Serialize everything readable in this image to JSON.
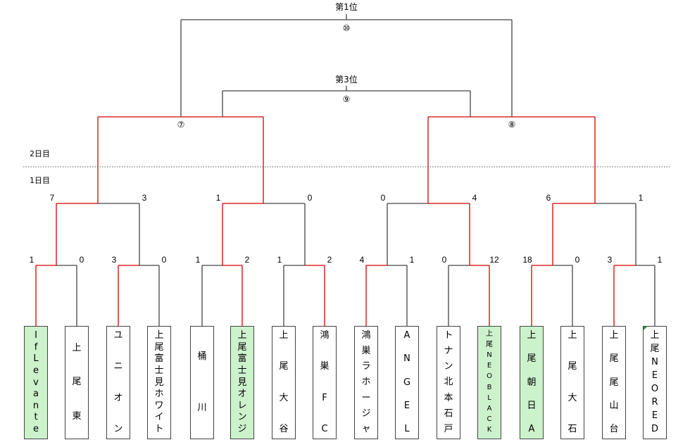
{
  "labels": {
    "first_place": "第1位",
    "third_place": "第3位",
    "day2": "2日目",
    "day1": "1日目",
    "m10": "⑩",
    "m9": "⑨",
    "m7": "⑦",
    "m8": "⑧"
  },
  "colors": {
    "win_line": "#d40000",
    "line": "#444444",
    "win_fill": "#ccf2cc"
  },
  "teams": [
    {
      "name": "IfLevante",
      "winner": true,
      "chars": [
        "I",
        "f",
        "L",
        "e",
        "v",
        "a",
        "n",
        "t",
        "e"
      ],
      "small": false
    },
    {
      "name": "上尾東",
      "winner": false,
      "chars": [
        "上",
        "尾",
        "東"
      ],
      "small": false
    },
    {
      "name": "ユニオン",
      "winner": false,
      "chars": [
        "ユ",
        "ニ",
        "オ",
        "ン"
      ],
      "small": false
    },
    {
      "name": "上尾富士見ホワイト",
      "winner": false,
      "chars": [
        "上",
        "尾",
        "富",
        "士",
        "見",
        "ホ",
        "ワ",
        "イ",
        "ト"
      ],
      "small": false
    },
    {
      "name": "桶川",
      "winner": false,
      "chars": [
        "桶",
        "川"
      ],
      "small": false
    },
    {
      "name": "上尾富士見オレンジ",
      "winner": true,
      "chars": [
        "上",
        "尾",
        "富",
        "士",
        "見",
        "オ",
        "レ",
        "ン",
        "ジ"
      ],
      "small": false
    },
    {
      "name": "上尾大谷",
      "winner": false,
      "chars": [
        "上",
        "尾",
        "大",
        "谷"
      ],
      "small": false
    },
    {
      "name": "鴻巣FC",
      "winner": false,
      "chars": [
        "鴻",
        "巣",
        "F",
        "C"
      ],
      "small": false
    },
    {
      "name": "鴻巣ラホージャ",
      "winner": false,
      "chars": [
        "鴻",
        "巣",
        "ラ",
        "ホ",
        "ー",
        "ジ",
        "ャ"
      ],
      "small": false
    },
    {
      "name": "ANGEL",
      "winner": false,
      "chars": [
        "A",
        "N",
        "G",
        "E",
        "L"
      ],
      "small": false
    },
    {
      "name": "トナン北本石戸",
      "winner": false,
      "chars": [
        "ト",
        "ナ",
        "ン",
        "北",
        "本",
        "石",
        "戸"
      ],
      "small": false
    },
    {
      "name": "上尾NEOBLACK",
      "winner": true,
      "chars": [
        "上",
        "尾",
        "N",
        "E",
        "O",
        "B",
        "L",
        "A",
        "C",
        "K"
      ],
      "small": true
    },
    {
      "name": "上尾朝日A",
      "winner": true,
      "chars": [
        "上",
        "尾",
        "朝",
        "日",
        "A"
      ],
      "small": false
    },
    {
      "name": "上尾大石",
      "winner": false,
      "chars": [
        "上",
        "尾",
        "大",
        "石"
      ],
      "small": false
    },
    {
      "name": "上尾尾山台",
      "winner": false,
      "chars": [
        "上",
        "尾",
        "尾",
        "山",
        "台"
      ],
      "small": false
    },
    {
      "name": "上尾NEORED",
      "winner": false,
      "chars": [
        "上",
        "尾",
        "N",
        "E",
        "O",
        "R",
        "E",
        "D"
      ],
      "small": false
    }
  ],
  "r1_scores": [
    {
      "left": "1",
      "right": "0",
      "winner": "left"
    },
    {
      "left": "3",
      "right": "0",
      "winner": "left"
    },
    {
      "left": "1",
      "right": "2",
      "winner": "right"
    },
    {
      "left": "1",
      "right": "2",
      "winner": "right"
    },
    {
      "left": "4",
      "right": "1",
      "winner": "left"
    },
    {
      "left": "0",
      "right": "12",
      "winner": "right"
    },
    {
      "left": "18",
      "right": "0",
      "winner": "left"
    },
    {
      "left": "3",
      "right": "1",
      "winner": "left"
    }
  ],
  "r2_scores": [
    {
      "left": "7",
      "right": "3",
      "winner": "left"
    },
    {
      "left": "1",
      "right": "0",
      "winner": "left"
    },
    {
      "left": "0",
      "right": "4",
      "winner": "right"
    },
    {
      "left": "6",
      "right": "1",
      "winner": "left"
    }
  ]
}
